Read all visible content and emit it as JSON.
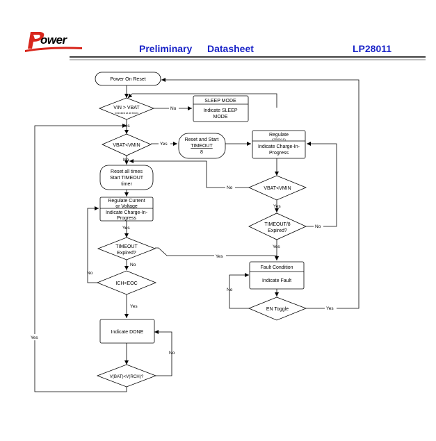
{
  "header": {
    "logo_text": "ower",
    "doc_type_1": "Preliminary",
    "doc_type_2": "Datasheet",
    "part_number": "LP28011",
    "colors": {
      "accent": "#1a24c8",
      "logo_red": "#d8261c"
    }
  },
  "nodes": {
    "power_on_reset": "Power On Reset",
    "vin_vbat": "VIN > VBAT",
    "vin_vbat_sub": "Checked at all times",
    "sleep_title": "SLEEP MODE",
    "sleep_l1": "Indicate SLEEP",
    "sleep_l2": "MODE",
    "vbat_vmin_1": "VBAT<VMIN",
    "reset_timeout_l1": "Reset and Start",
    "reset_timeout_l2": "TIMEOUT",
    "reset_timeout_l3": "8",
    "trickle_l1": "Regulate",
    "trickle_sub": "I(TRICKLE)",
    "trickle_l2": "Indicate Charge-In-",
    "trickle_l3": "Progress",
    "reset_all_l1": "Reset all times",
    "reset_all_l2": "Start TIMEOUT",
    "reset_all_l3": "timer",
    "vbat_vmin_2": "VBAT<VMIN",
    "regulate_l1": "Regulate Current",
    "regulate_l2": "or Voltage",
    "regulate_l3": "Indicate Charge-In-",
    "regulate_l4": "Progress",
    "timeout8_l1": "TIMEOUT/8",
    "timeout8_l2": "Expired?",
    "timeout_exp_l1": "TIMEOUT",
    "timeout_exp_l2": "Expired?",
    "fault_title": "Fault Condition",
    "fault_l1": "Indicate Fault",
    "ich_eoc": "ICH<EOC",
    "en_toggle": "EN Toggle",
    "indicate_done": "Indicate DONE",
    "vbat_vrch": "V(BAT)<V(RCH)?"
  },
  "edge_labels": {
    "yes": "Yes",
    "no": "No"
  }
}
